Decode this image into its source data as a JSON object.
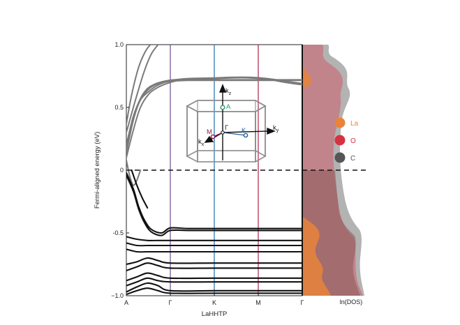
{
  "chart_data": {
    "type": "line",
    "title": "",
    "xlabel": "LaHHTP",
    "ylabel": "Fermi-aligned energy (eV)",
    "ylim": [
      -1.0,
      1.0
    ],
    "yticks": [
      {
        "value": 1.0,
        "label": "1.0"
      },
      {
        "value": 0.5,
        "label": "0.5"
      },
      {
        "value": 0.0,
        "label": "0"
      },
      {
        "value": -0.5,
        "label": "-0.5"
      },
      {
        "value": -1.0,
        "label": "−1.0"
      }
    ],
    "kpath": [
      {
        "label": "A",
        "pos": 0.0,
        "color": "#2a9a6b",
        "line": false
      },
      {
        "label": "Γ",
        "pos": 0.25,
        "color": "#6a4c93",
        "line": true
      },
      {
        "label": "K",
        "pos": 0.5,
        "color": "#1f6fb0",
        "line": true
      },
      {
        "label": "M",
        "pos": 0.75,
        "color": "#b0224a",
        "line": true
      },
      {
        "label": "Γ",
        "pos": 1.0,
        "color": "#222222",
        "line": false
      }
    ],
    "fermi_level": 0.0,
    "dos_xlabel": "ln(DOS)",
    "legend": [
      {
        "name": "La",
        "color": "#e8843a"
      },
      {
        "name": "O",
        "color": "#d63341"
      },
      {
        "name": "C",
        "color": "#555555"
      }
    ],
    "bands_upper": [
      {
        "x": [
          0.0,
          0.05,
          0.1,
          0.14,
          0.18,
          0.22
        ],
        "y": [
          0.3,
          0.55,
          0.78,
          0.92,
          1.0,
          1.08
        ]
      },
      {
        "x": [
          0.0,
          0.03,
          0.07,
          0.11,
          0.15,
          0.19
        ],
        "y": [
          0.37,
          0.6,
          0.82,
          0.95,
          1.02,
          1.08
        ]
      },
      {
        "x": [
          0.0,
          0.04,
          0.08,
          0.13,
          0.17,
          0.22,
          0.27,
          0.35,
          0.5,
          0.65,
          0.75,
          0.85,
          1.0
        ],
        "y": [
          0.2,
          0.43,
          0.56,
          0.63,
          0.67,
          0.7,
          0.71,
          0.715,
          0.715,
          0.715,
          0.715,
          0.715,
          0.715
        ]
      },
      {
        "x": [
          0.0,
          0.04,
          0.08,
          0.12,
          0.17,
          0.22,
          0.27,
          0.35,
          0.5,
          0.65,
          0.75,
          0.85,
          1.0
        ],
        "y": [
          0.16,
          0.42,
          0.57,
          0.65,
          0.69,
          0.71,
          0.72,
          0.72,
          0.72,
          0.72,
          0.72,
          0.72,
          0.72
        ]
      },
      {
        "x": [
          0.0,
          0.04,
          0.08,
          0.13,
          0.18,
          0.23,
          0.28,
          0.35,
          0.5,
          0.6,
          0.7,
          0.8,
          0.9,
          1.0
        ],
        "y": [
          0.1,
          0.32,
          0.5,
          0.61,
          0.66,
          0.69,
          0.71,
          0.725,
          0.73,
          0.735,
          0.735,
          0.725,
          0.7,
          0.68
        ]
      },
      {
        "x": [
          0.0,
          0.04,
          0.08,
          0.13,
          0.18,
          0.23,
          0.28,
          0.35,
          0.5,
          0.6,
          0.7,
          0.8,
          0.9,
          1.0
        ],
        "y": [
          0.14,
          0.4,
          0.56,
          0.65,
          0.69,
          0.71,
          0.72,
          0.73,
          0.735,
          0.74,
          0.74,
          0.73,
          0.71,
          0.69
        ]
      },
      {
        "x": [
          0.0,
          0.02,
          0.04,
          0.06,
          0.08
        ],
        "y": [
          0.08,
          -0.05,
          -0.12,
          -0.08,
          0.0
        ]
      }
    ],
    "bands_lower": [
      {
        "x": [
          0.0,
          0.04,
          0.07,
          0.1,
          0.14,
          0.2,
          0.25,
          0.35,
          0.5,
          0.75,
          1.0
        ],
        "y": [
          -0.02,
          -0.15,
          -0.29,
          -0.39,
          -0.47,
          -0.5,
          -0.46,
          -0.465,
          -0.465,
          -0.465,
          -0.465
        ]
      },
      {
        "x": [
          0.0,
          0.04,
          0.07,
          0.1,
          0.14,
          0.2,
          0.25,
          0.35,
          0.5,
          0.75,
          1.0
        ],
        "y": [
          -0.04,
          -0.17,
          -0.31,
          -0.41,
          -0.49,
          -0.52,
          -0.48,
          -0.48,
          -0.48,
          -0.48,
          -0.48
        ]
      },
      {
        "x": [
          0.03,
          0.06,
          0.09,
          0.12
        ],
        "y": [
          0.0,
          -0.12,
          -0.22,
          -0.3
        ]
      },
      {
        "x": [
          0.0,
          0.06,
          0.12,
          0.18,
          0.25,
          0.5,
          0.75,
          1.0
        ],
        "y": [
          -0.53,
          -0.55,
          -0.56,
          -0.56,
          -0.56,
          -0.56,
          -0.56,
          -0.56
        ]
      },
      {
        "x": [
          0.0,
          0.06,
          0.12,
          0.18,
          0.25,
          0.5,
          0.75,
          1.0
        ],
        "y": [
          -0.58,
          -0.6,
          -0.6,
          -0.6,
          -0.6,
          -0.6,
          -0.6,
          -0.6
        ]
      },
      {
        "x": [
          0.0,
          0.06,
          0.12,
          0.18,
          0.25,
          0.5,
          0.75,
          1.0
        ],
        "y": [
          -0.63,
          -0.65,
          -0.65,
          -0.65,
          -0.65,
          -0.65,
          -0.65,
          -0.65
        ]
      },
      {
        "x": [
          0.0,
          0.06,
          0.12,
          0.18,
          0.25,
          0.5,
          0.75,
          1.0
        ],
        "y": [
          -0.75,
          -0.73,
          -0.7,
          -0.72,
          -0.74,
          -0.74,
          -0.74,
          -0.74
        ]
      },
      {
        "x": [
          0.0,
          0.06,
          0.12,
          0.18,
          0.25,
          0.5,
          0.75,
          1.0
        ],
        "y": [
          -0.8,
          -0.77,
          -0.74,
          -0.76,
          -0.78,
          -0.78,
          -0.78,
          -0.78
        ]
      },
      {
        "x": [
          0.0,
          0.06,
          0.12,
          0.18,
          0.25,
          0.5,
          0.75,
          1.0
        ],
        "y": [
          -0.88,
          -0.85,
          -0.82,
          -0.84,
          -0.86,
          -0.86,
          -0.86,
          -0.86
        ]
      },
      {
        "x": [
          0.0,
          0.06,
          0.12,
          0.18,
          0.25,
          0.5,
          0.75,
          1.0
        ],
        "y": [
          -0.92,
          -0.89,
          -0.86,
          -0.88,
          -0.89,
          -0.89,
          -0.89,
          -0.89
        ]
      },
      {
        "x": [
          0.0,
          0.06,
          0.12,
          0.18,
          0.25,
          0.5,
          0.75,
          1.0
        ],
        "y": [
          -0.97,
          -0.93,
          -0.9,
          -0.92,
          -0.96,
          -0.96,
          -0.96,
          -0.96
        ]
      },
      {
        "x": [
          0.0,
          0.06,
          0.12,
          0.18,
          0.25,
          0.5,
          0.75,
          1.0
        ],
        "y": [
          -0.99,
          -0.96,
          -0.94,
          -0.96,
          -0.98,
          -0.98,
          -0.98,
          -0.98
        ]
      }
    ],
    "inset": {
      "axes": [
        "k",
        "k",
        "k"
      ],
      "subscripts": [
        "z",
        "y",
        "x"
      ],
      "points": [
        {
          "label": "A",
          "color": "#2a9a6b"
        },
        {
          "label": "Γ",
          "color": "#222222"
        },
        {
          "label": "M",
          "color": "#8a1a4a"
        },
        {
          "label": "K",
          "color": "#1f5fa0"
        }
      ]
    }
  }
}
